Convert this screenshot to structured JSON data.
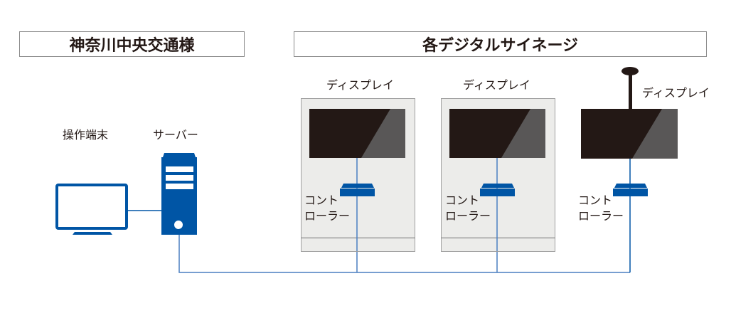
{
  "titles": {
    "left": "神奈川中央交通様",
    "right": "各デジタルサイネージ"
  },
  "labels": {
    "terminal": "操作端末",
    "server": "サーバー",
    "display": "ディスプレイ",
    "controller_line1": "コント",
    "controller_line2": "ローラー"
  },
  "colors": {
    "blue": "#0055a5",
    "line": "#4a7fc1",
    "screen": "#231815",
    "screen_glare": "#595757",
    "kiosk": "#ececea"
  }
}
